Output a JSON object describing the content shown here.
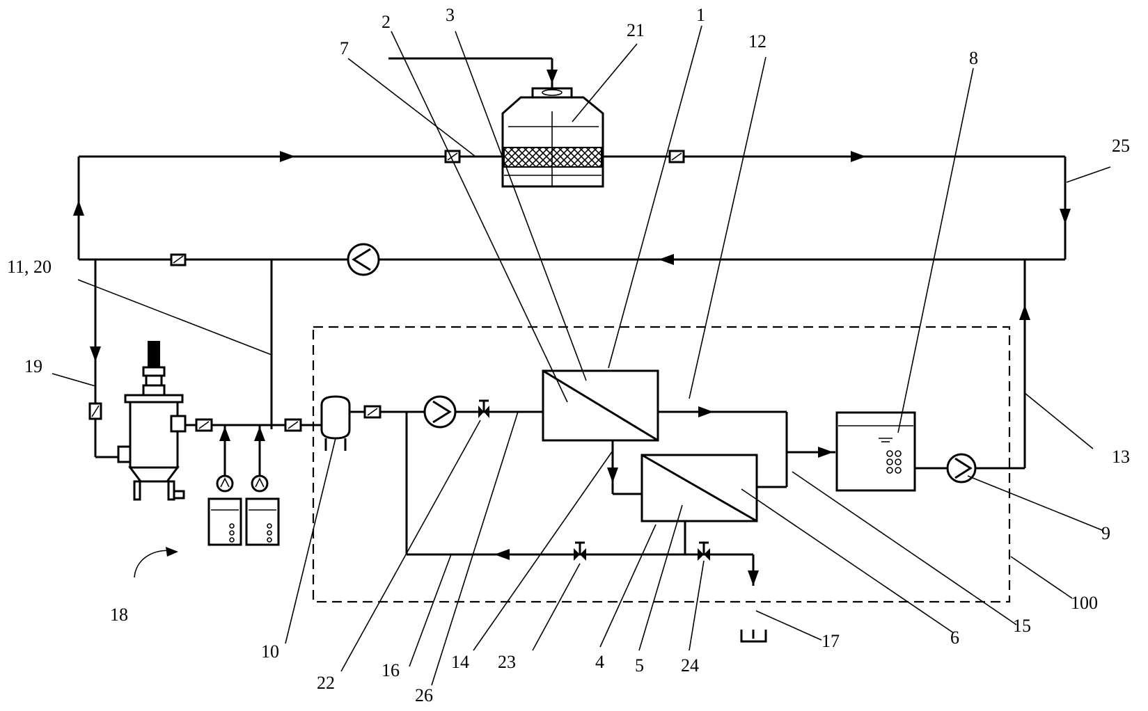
{
  "diagram": {
    "labels": {
      "l1": "1",
      "l2": "2",
      "l3": "3",
      "l4": "4",
      "l5": "5",
      "l6": "6",
      "l7": "7",
      "l8": "8",
      "l9": "9",
      "l10": "10",
      "l11_20": "11, 20",
      "l12": "12",
      "l13": "13",
      "l14": "14",
      "l15": "15",
      "l16": "16",
      "l17": "17",
      "l18": "18",
      "l19": "19",
      "l21": "21",
      "l22": "22",
      "l23": "23",
      "l24": "24",
      "l25": "25",
      "l26": "26",
      "l100": "100"
    }
  }
}
